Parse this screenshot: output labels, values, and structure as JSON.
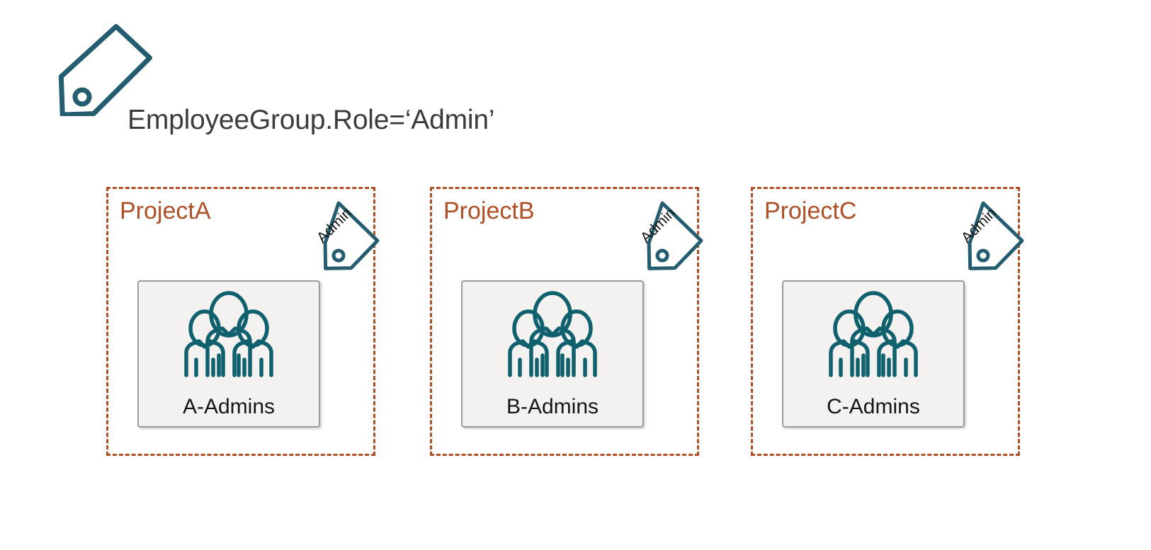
{
  "legend": {
    "icon": "tag-icon",
    "caption": "EmployeeGroup.Role=‘Admin’"
  },
  "colors": {
    "tag_teal": "#245d70",
    "project_border_orange": "#b04f26",
    "project_title_orange": "#b04f26",
    "card_fill": "#f3f2f1",
    "card_border": "#9e9a96",
    "label_text": "#151515",
    "caption_text": "#3b3b3b",
    "background": "#ffffff"
  },
  "projects": [
    {
      "title": "ProjectA",
      "group_label": "A-Admins",
      "group_icon": "people-group-icon",
      "tag_label": "Admin",
      "tag_icon": "tag-icon"
    },
    {
      "title": "ProjectB",
      "group_label": "B-Admins",
      "group_icon": "people-group-icon",
      "tag_label": "Admin",
      "tag_icon": "tag-icon"
    },
    {
      "title": "ProjectC",
      "group_label": "C-Admins",
      "group_icon": "people-group-icon",
      "tag_label": "Admin",
      "tag_icon": "tag-icon"
    }
  ]
}
